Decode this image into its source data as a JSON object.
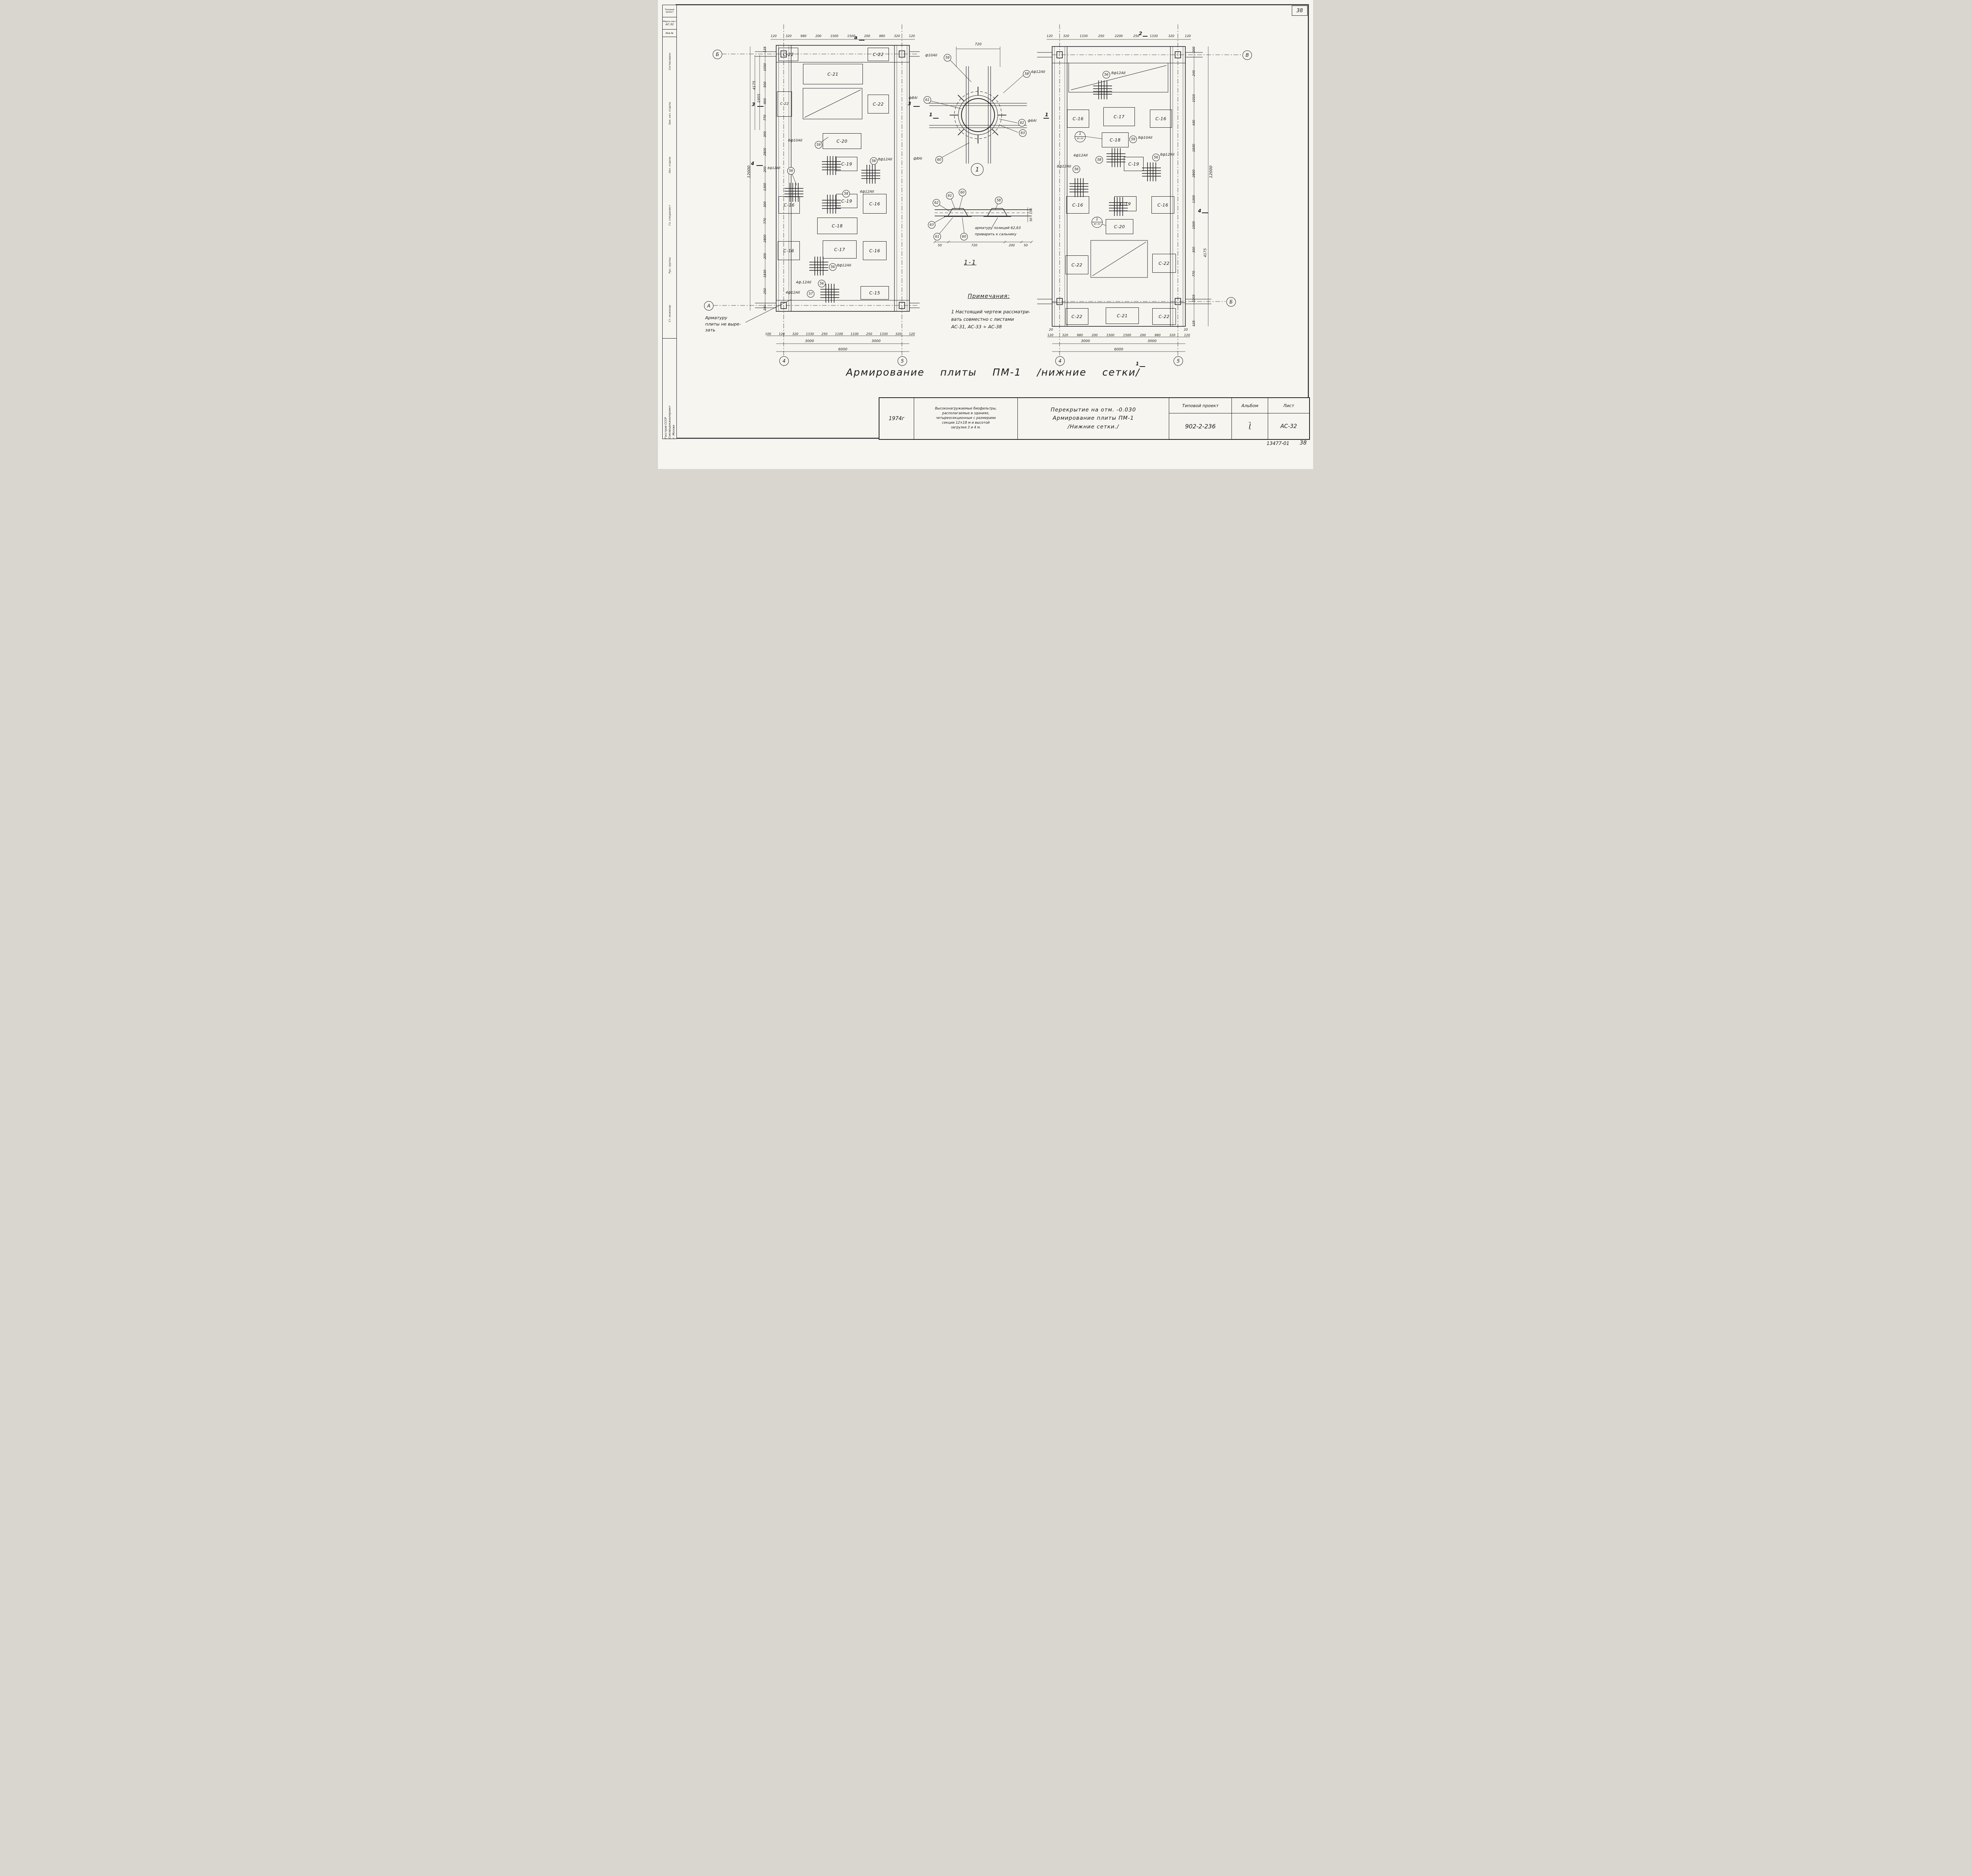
{
  "sheet": {
    "corner_number": "38",
    "footer_code": "13477-01",
    "footer_number": "38",
    "main_title": "Армирование    плиты    ПМ-1    /нижние    сетки/"
  },
  "sidebar": {
    "box_project": "Типовой проект",
    "box_mark_label": "Марка-лист",
    "box_mark_value": "АС-32",
    "box_inv": "Инв №",
    "signature_rows": [
      "Согласовано",
      "Зам. нач. отдела",
      "Нач. отдела",
      "Гл. специалист",
      "Рук. группы",
      "Ст. инженер"
    ],
    "org_lines": [
      "Госстрой СССР",
      "Союзводоканалпроект",
      "г. Москва"
    ]
  },
  "left_plan": {
    "top_dims": [
      "120",
      "320",
      "980",
      "200",
      "1500",
      "1500",
      "200",
      "980",
      "320",
      "120"
    ],
    "left_dims_inner": [
      "125",
      "1050",
      "500",
      "900",
      "770",
      "300",
      "2800",
      "200",
      "1300",
      "300",
      "770",
      "2800",
      "200",
      "1830",
      "250",
      "240"
    ],
    "dim_4175": "4175",
    "dim_1955": "1955",
    "dim_12000": "12000",
    "bottom_dims": [
      "100",
      "120",
      "320",
      "1330",
      "250",
      "1100",
      "1100",
      "250",
      "1330",
      "320",
      "120"
    ],
    "bottom_dims_3000": [
      "3000",
      "3000"
    ],
    "bottom_total": "6000",
    "cells": {
      "c22_tl": "С-22",
      "c22_tr": "С-22",
      "c21": "С-21",
      "c22_ml": "С-22",
      "c22_mr": "С-22",
      "c20": "С-20",
      "c19_u": "С-19",
      "c19_l": "С-19",
      "c16_l1": "С-16",
      "c16_r1": "С-16",
      "c18": "С-18",
      "c16_l2": "С-16",
      "c17": "С-17",
      "c16_r2": "С-16",
      "c15": "С-15"
    },
    "callouts": {
      "k59_text": "8ф10АII",
      "k59": "59",
      "k56a_text": "8ф12АII",
      "k56a": "56",
      "k58": "58",
      "k4f12_text": "4ф12АII",
      "k56b_text": "8ф12АII",
      "k56b": "56",
      "k56c_text": "8ф12АII",
      "k56c": "56",
      "k56d_text": "4ф.12АII",
      "k56d": "56",
      "k57_text": "4ф12АII",
      "k57": "57"
    },
    "axis_top": "Б",
    "axis_bottom": "А",
    "axis_col_left": "4",
    "axis_col_right": "5",
    "marker_a": "а",
    "marker_3": "3",
    "marker_4": "4",
    "note_lines": [
      "Арматуру",
      "плиты не выре-",
      "зать"
    ]
  },
  "detail": {
    "dim_720": "720",
    "k59_text": "ф10АII",
    "k59": "59",
    "k58_text": "4ф12АII",
    "k58": "58",
    "k61_text": "ф8АI",
    "k61": "61",
    "k62_text": "ф6АI",
    "k62": "62",
    "k63": "63",
    "k60_text": "ф8АI",
    "k60": "60",
    "node_number": "1",
    "marker_3": "3",
    "marker_1a": "1",
    "marker_1b": "1"
  },
  "section": {
    "title": "1-1",
    "bubbles": {
      "b62": "62",
      "b61": "61",
      "b60": "60",
      "b58": "58",
      "b63": "63",
      "b61b": "61",
      "b60b": "60"
    },
    "dims_bottom": [
      "50",
      "720",
      "200",
      "50"
    ],
    "dim_150": "150",
    "dim_50": "50",
    "note_lines": [
      "арматуру позиций 62,63",
      "приварить к сальнику"
    ]
  },
  "notes": {
    "heading": "Примечания:",
    "lines": [
      "1 Настоящий чертеж рассматри-",
      "вать совместно с листами",
      "АС-31, АС-33 ÷ АС-38"
    ]
  },
  "right_plan": {
    "top_dims": [
      "120",
      "320",
      "1330",
      "250",
      "2200",
      "250",
      "1330",
      "320",
      "120"
    ],
    "right_dims_inner": [
      "200",
      "240",
      "1010",
      "430",
      "1830",
      "2800",
      "1300",
      "1900",
      "300",
      "770",
      "3205",
      "125"
    ],
    "dim_12000": "12000",
    "dim_4175": "4175",
    "bottom_dims": [
      "120",
      "320",
      "980",
      "200",
      "1500",
      "1500",
      "200",
      "980",
      "320",
      "120"
    ],
    "bottom_edge_left": "20",
    "bottom_edge_right": "20",
    "bottom_dims_3000": [
      "3000",
      "3000"
    ],
    "bottom_total": "6000",
    "cells": {
      "c16_1": "С-16",
      "c17": "С-17",
      "c16_2": "С-16",
      "c18": "С-18",
      "c19_1": "С-19",
      "c16_3": "С-16",
      "c19_2": "С-19",
      "c16_4": "С-16",
      "c20": "С-20",
      "c22_1": "С-22",
      "c22_2": "С-22",
      "c22_3": "С-22",
      "c21": "С-21",
      "c22_4": "С-22"
    },
    "callouts": {
      "k56top_text": "8ф12АII",
      "k56top": "56",
      "k59_text": "8ф10АII",
      "k59": "59",
      "k58_text": "4ф12АII",
      "k58": "58",
      "k56l_text": "8ф12АII",
      "k56l": "56",
      "k56r_text": "8ф12АII",
      "k56r": "56"
    },
    "node_num": "1",
    "node_sheet": "АС-32",
    "axis_top": "В",
    "axis_bottom": "Б",
    "axis_col_left": "4",
    "axis_col_right": "5",
    "marker_2": "2",
    "marker_4": "4",
    "marker_1": "1"
  },
  "titleblock": {
    "year": "1974г",
    "facility_lines": [
      "Высоконагружаемые биофильтры,",
      "располагаемые в зданиях,",
      "четырехсекционные с размерами",
      "секции 12×18 м и высотой",
      "загрузки 3 и 4 м."
    ],
    "title_lines": [
      "Перекрытие на отм. -0.030",
      "Армирование плиты ПМ-1",
      "/Нижние сетки./"
    ],
    "project_label": "Типовой проект",
    "project_number": "902-2-236",
    "album_label": "Альбом",
    "album_value": "I",
    "sheet_label": "Лист",
    "sheet_value": "АС-32"
  }
}
